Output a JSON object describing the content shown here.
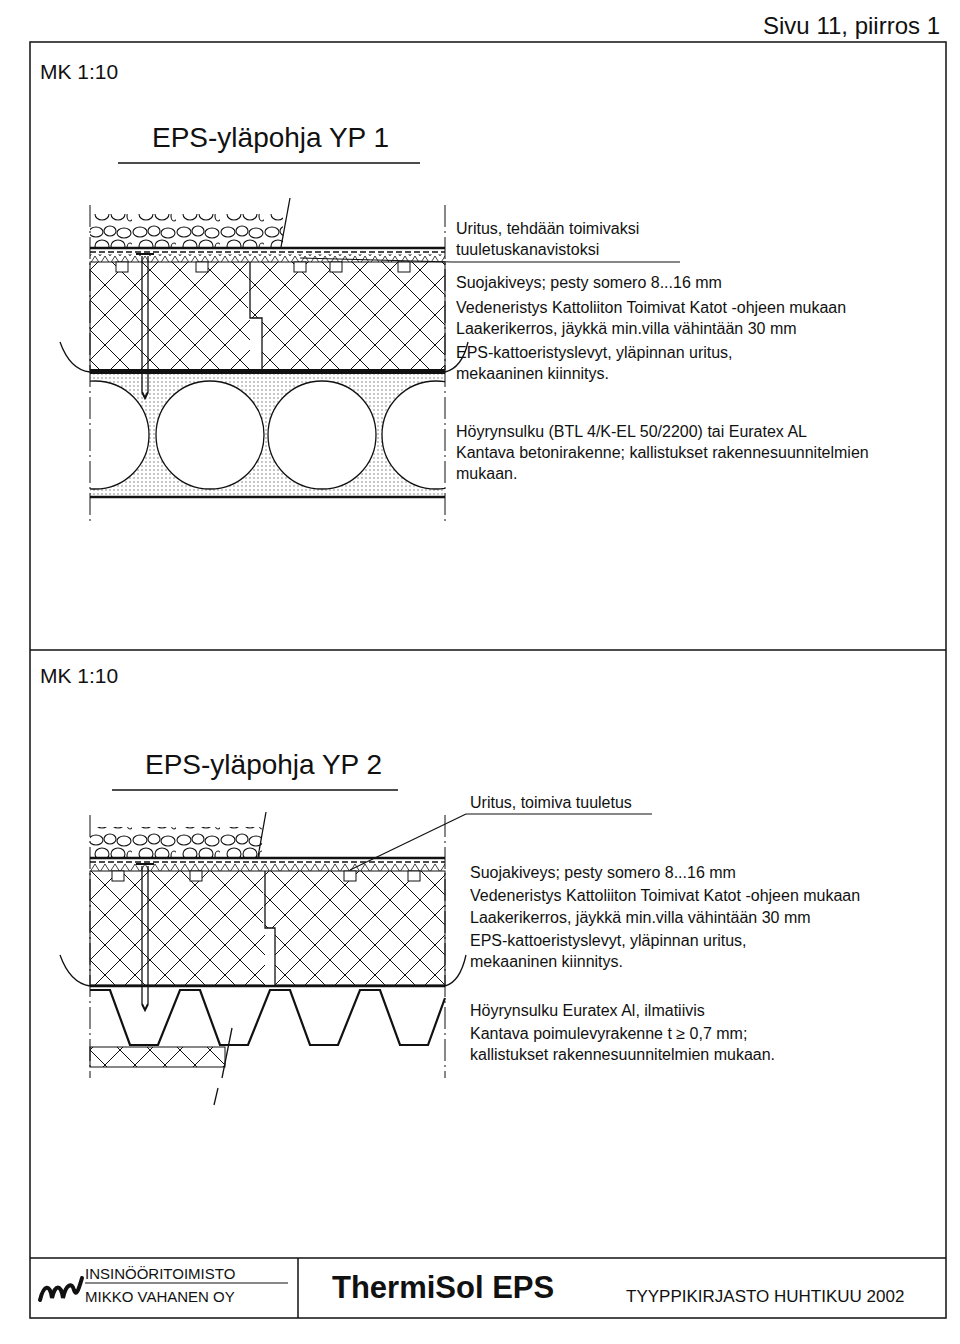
{
  "diagram": {
    "labels": [
      "Sivu 11, piirros 1",
      "MK 1:10",
      "EPS-yläpohja YP 1",
      "Uritus, tehdään toimivaksi tuuletuskanavistoksi",
      "Suojakiveys; pesty somero 8...16 mm",
      "Vedeneristys Kattoliiton Toimivat Katot -ohjeen mukaan",
      "Laakerikerros, jäykkä min.villa vähintään 30 mm",
      "EPS-kattoeristyslevyt, yläpinnan uritus, mekaaninen kiinnitys.",
      "Höyrynsulku (BTL 4/K-EL 50/2200) tai Euratex AL",
      "Kantava betonirakenne; kallistukset rakennesuunnitelmien mukaan.",
      "MK 1:10",
      "EPS-yläpohja YP 2",
      "Uritus, toimiva tuuletus",
      "Suojakiveys; pesty somero 8...16 mm",
      "Vedeneristys Kattoliiton Toimivat Katot -ohjeen mukaan",
      "Laakerikerros, jäykkä min.villa vähintään 30 mm",
      "EPS-kattoeristyslevyt, yläpinnan uritus, mekaaninen kiinnitys.",
      "Höyrynsulku Euratex Al, ilmatiivis",
      "Kantava poimulevyrakenne t ≥ 0,7 mm; kallistukset rakennesuunnitelmien mukaan.",
      "INSINÖÖRITOIMISTO",
      "MIKKO VAHANEN OY",
      "ThermiSol EPS",
      "TYYPPIKIRJASTO HUHTIKUU 2002"
    ]
  }
}
